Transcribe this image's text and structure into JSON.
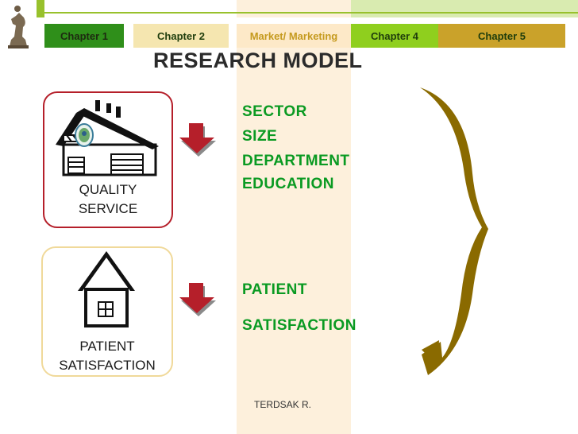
{
  "nav": {
    "tabs": [
      {
        "label": "Chapter 1"
      },
      {
        "label": "Chapter 2"
      },
      {
        "label": "Market/ Marketing"
      },
      {
        "label": "Chapter 4"
      },
      {
        "label": "Chapter 5"
      }
    ]
  },
  "slide": {
    "title": "RESEARCH MODEL",
    "box1": {
      "line1": "QUALITY",
      "line2": "SERVICE"
    },
    "box2": {
      "line1": "PATIENT",
      "line2": "SATISFACTION"
    },
    "variables1": [
      "SECTOR",
      "SIZE",
      "DEPARTMENT",
      "EDUCATION"
    ],
    "variables2": [
      "PATIENT",
      "SATISFACTION"
    ],
    "author": "TERDSAK R."
  },
  "colors": {
    "tab1": "#2f8f1a",
    "tab2": "#f5e6b0",
    "tab3": "#fde9c8",
    "tab4": "#8fcf1e",
    "tab5": "#caa22a",
    "accent_red": "#b51f2a",
    "variable_green": "#0a9a22",
    "brace_brown": "#8a6a00"
  },
  "icons": [
    "chess-piece-icon",
    "house-icon",
    "logo-icon",
    "down-arrow-icon",
    "brace-arrow-icon"
  ]
}
